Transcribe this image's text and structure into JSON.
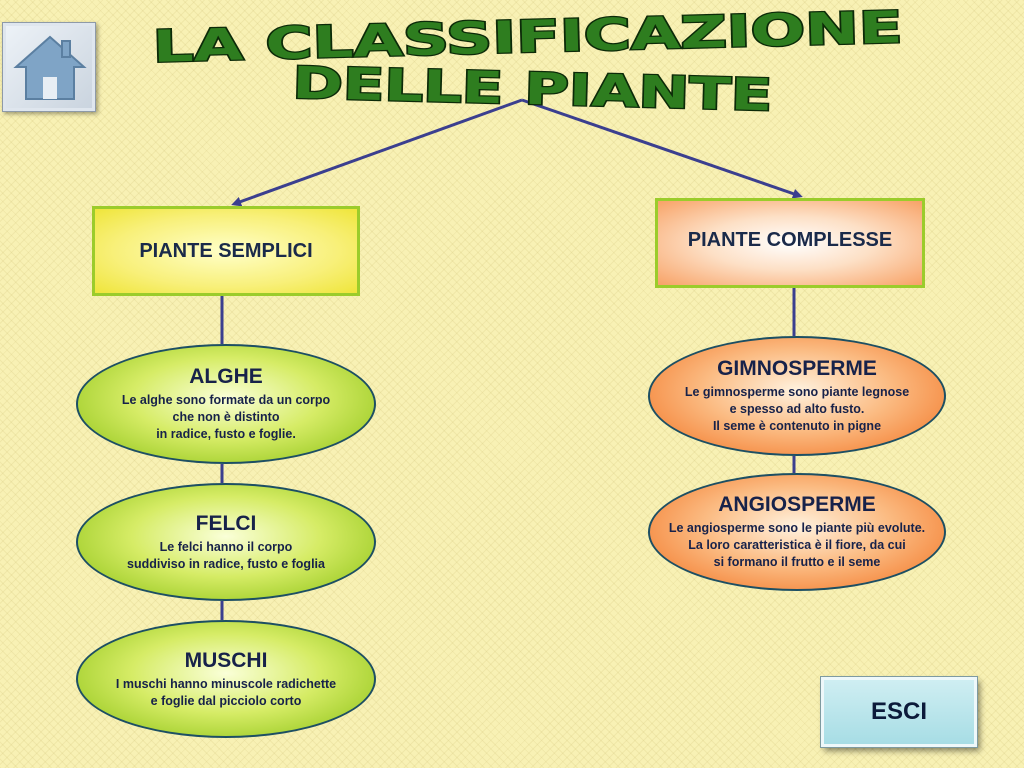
{
  "title": {
    "line1": "LA CLASSIFICAZIONE",
    "line2": "DELLE PIANTE"
  },
  "home": {
    "icon": "home-icon"
  },
  "categories": {
    "simple": "PIANTE SEMPLICI",
    "complex": "PIANTE COMPLESSE"
  },
  "items": {
    "alghe": {
      "title": "ALGHE",
      "desc": "Le alghe sono formate da un corpo\nche non è distinto\nin radice, fusto e foglie."
    },
    "felci": {
      "title": "FELCI",
      "desc": "Le felci hanno il corpo\nsuddiviso in radice, fusto e foglia"
    },
    "muschi": {
      "title": "MUSCHI",
      "desc": "I muschi hanno minuscole radichette\ne foglie dal picciolo corto"
    },
    "gimnosperme": {
      "title": "GIMNOSPERME",
      "desc": "Le gimnosperme sono piante legnose\ne spesso ad alto fusto.\nIl seme è contenuto in pigne"
    },
    "angiosperme": {
      "title": "ANGIOSPERME",
      "desc": "Le angiosperme sono le piante più evolute.\nLa loro caratteristica è il fiore, da cui\nsi formano il frutto e il seme"
    }
  },
  "exit_label": "ESCI",
  "colors": {
    "background": "#f8f1b4",
    "title_fill": "#2e7d1f",
    "connector": "#3b3f8f"
  }
}
